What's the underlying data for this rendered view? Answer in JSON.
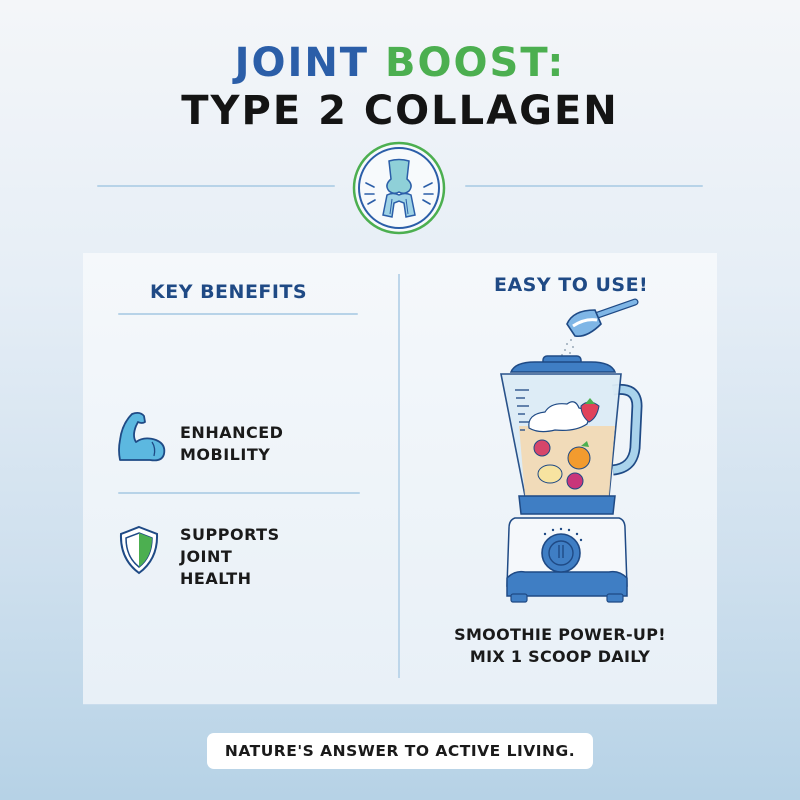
{
  "header": {
    "title_part1": "JOINT",
    "title_part2": "BOOST:",
    "subtitle": "TYPE 2 COLLAGEN",
    "emblem_icon": "knee-joint-icon"
  },
  "left_column": {
    "heading": "KEY BENEFITS",
    "benefits": [
      {
        "icon": "flexed-bicep-icon",
        "lines": [
          "ENHANCED",
          "MOBILITY"
        ]
      },
      {
        "icon": "shield-icon",
        "lines": [
          "SUPPORTS",
          "JOINT",
          "HEALTH"
        ]
      }
    ]
  },
  "right_column": {
    "heading": "EASY TO USE!",
    "illustration": "blender-with-scoop-illustration",
    "caption_line1": "SMOOTHIE POWER-UP!",
    "caption_line2": "MIX 1 SCOOP DAILY"
  },
  "footer": {
    "tagline": "NATURE'S ANSWER TO ACTIVE LIVING."
  },
  "colors": {
    "brand_blue": "#2b5ea8",
    "brand_green": "#4caf50",
    "heading_navy": "#1f4a85",
    "divider": "#b7d3e8"
  }
}
